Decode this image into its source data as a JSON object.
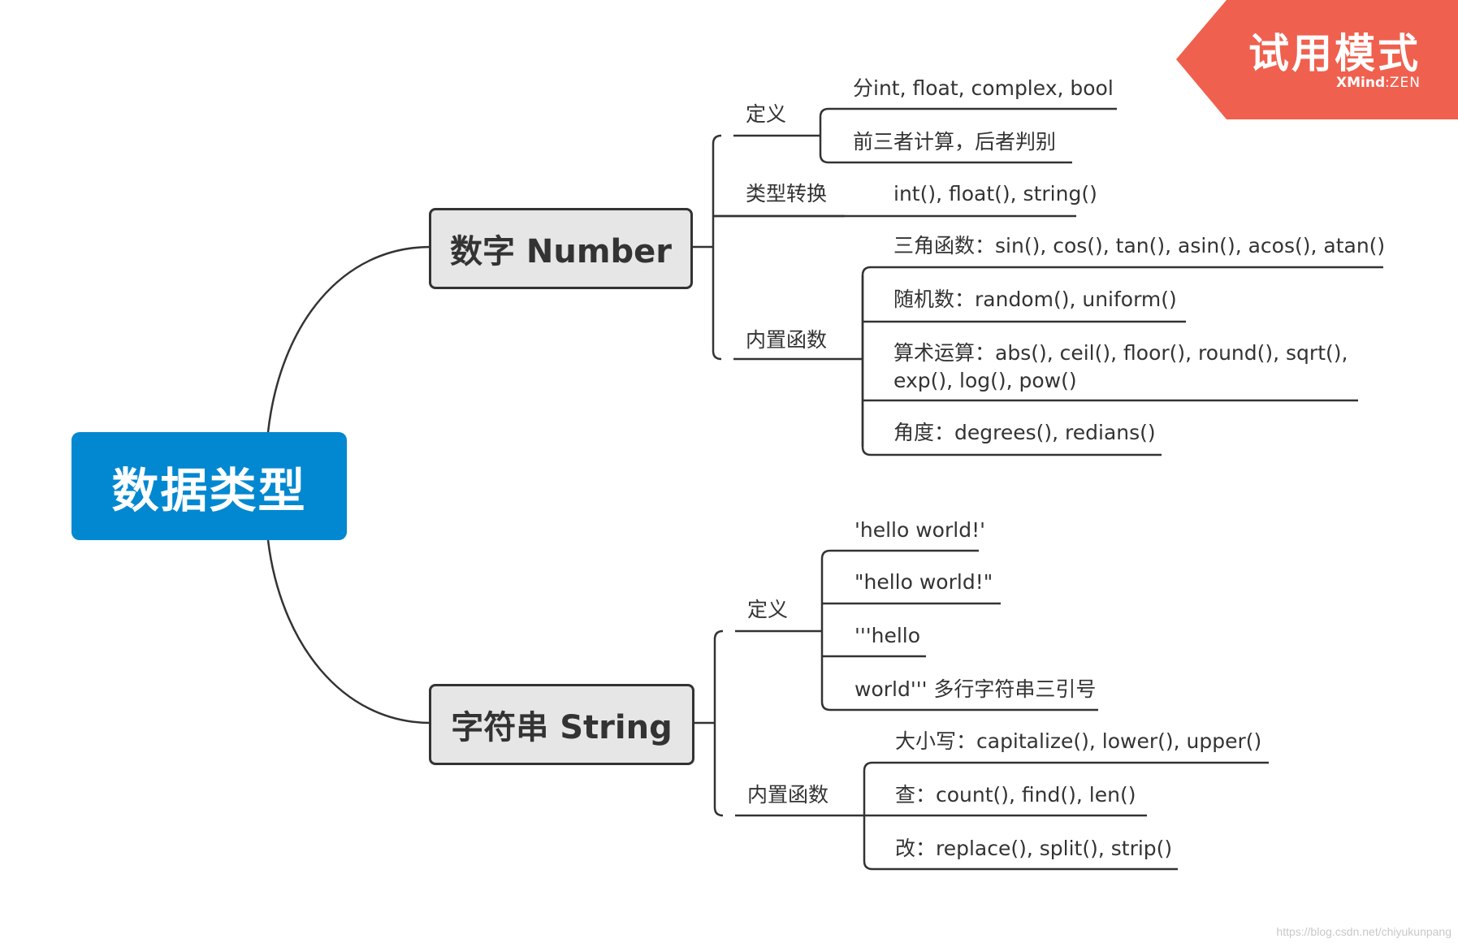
{
  "central": {
    "label": "数据类型"
  },
  "branches": {
    "number": {
      "title": "数字 Number",
      "definition": {
        "label": "定义",
        "items": [
          "分int, float, complex, bool",
          "前三者计算，后者判别"
        ]
      },
      "conversion": {
        "label": "类型转换",
        "items": [
          "int(), float(), string()"
        ]
      },
      "builtins": {
        "label": "内置函数",
        "items": [
          "三角函数：sin(), cos(), tan(), asin(), acos(), atan()",
          "随机数：random(), uniform()",
          "算术运算：abs(), ceil(), floor(), round(), sqrt(), exp(), log(), pow()",
          "角度：degrees(), redians()"
        ]
      }
    },
    "string": {
      "title": "字符串 String",
      "definition": {
        "label": "定义",
        "items": [
          "'hello world!'",
          "\"hello world!\"",
          "'''hello",
          "world''' 多行字符串三引号"
        ]
      },
      "builtins": {
        "label": "内置函数",
        "items": [
          "大小写：capitalize(), lower(), upper()",
          "查：count(), find(), len()",
          "改：replace(), split(), strip()"
        ]
      }
    }
  },
  "banner": {
    "title": "试用模式",
    "brand_bold": "XMind",
    "brand_sep": ":",
    "brand_thin": "ZEN",
    "color": "#f0604f"
  },
  "watermark": "https://blog.csdn.net/chiyukunpang",
  "colors": {
    "central": "#0288d1",
    "main_fill": "#e6e6e6",
    "line": "#333333"
  }
}
